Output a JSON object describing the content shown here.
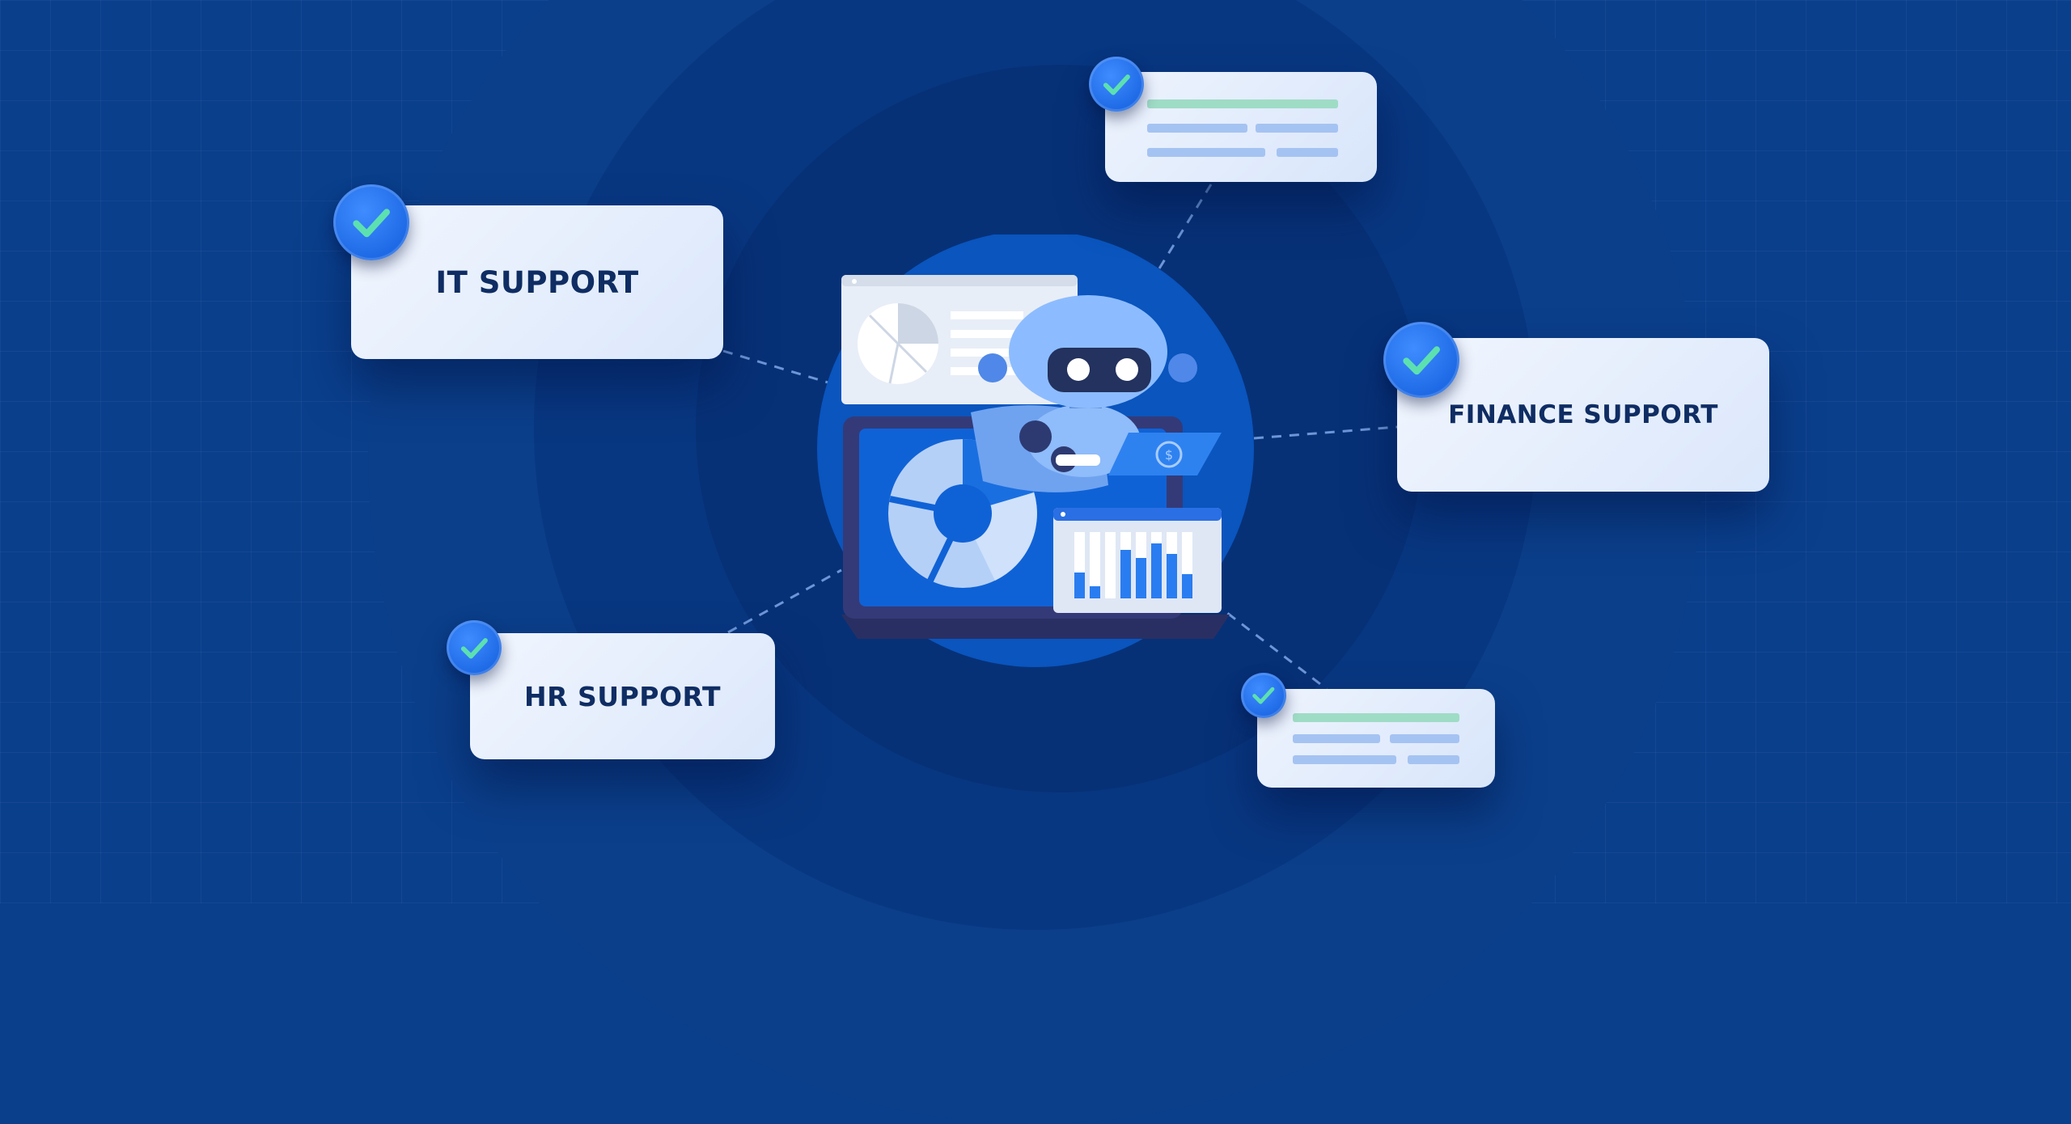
{
  "cards": {
    "it": {
      "label": "IT SUPPORT"
    },
    "finance": {
      "label": "FINANCE SUPPORT"
    },
    "hr": {
      "label": "HR SUPPORT"
    }
  },
  "colors": {
    "background": "#0a3f8c",
    "card": "#e6eefc",
    "card_text": "#0f2d63",
    "check_badge": "#2a78f0",
    "check_mark": "#5de0b0",
    "connector": "#7fa8e8",
    "robot_head": "#8cbcff",
    "robot_visor": "#23325e"
  },
  "icons": {
    "badge": "check-icon",
    "hero": "robot-at-laptop-illustration"
  }
}
